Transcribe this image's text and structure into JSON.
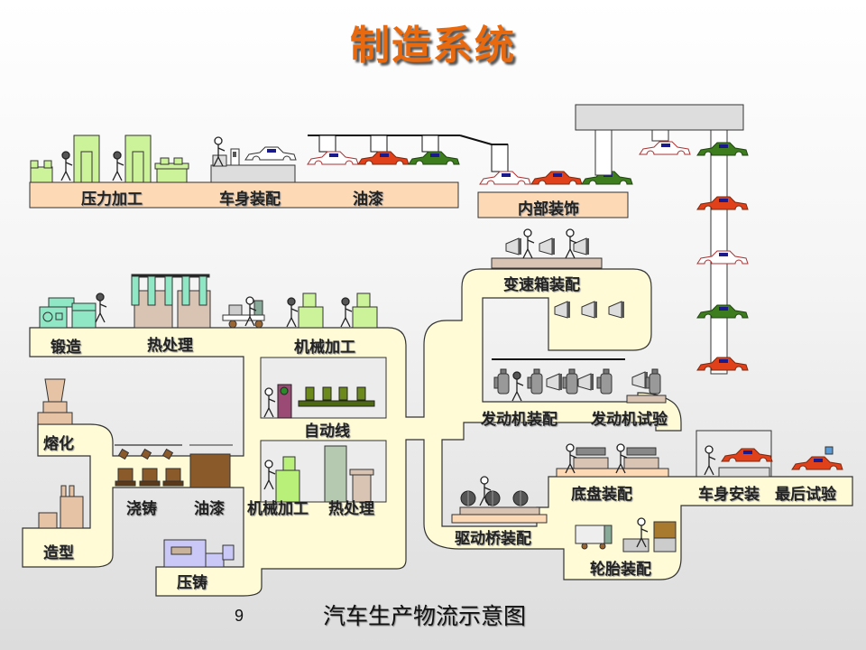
{
  "title": "制造系统",
  "caption": "汽车生产物流示意图",
  "page_number": "9",
  "colors": {
    "title": "#e9690f",
    "path_fill": "#fffbd6",
    "band_fill": "#fdd9b5",
    "press_green": "#ccf29a",
    "car_red": "#e0401a",
    "car_green": "#3e7d1e",
    "overhead_gray": "#dddddd"
  },
  "stations": {
    "press": "压力加工",
    "body_assembly": "车身装配",
    "painting_top": "油漆",
    "interior_trim": "内部装饰",
    "forging": "锻造",
    "heat_treatment_top": "热处理",
    "machining_top": "机械加工",
    "automatic_line": "自动线",
    "machining_bottom": "机械加工",
    "heat_treatment_bottom": "热处理",
    "melting": "熔化",
    "pouring": "浇铸",
    "painting_bottom": "油漆",
    "molding": "造型",
    "die_casting": "压铸",
    "gearbox_assembly": "变速箱装配",
    "engine_assembly": "发动机装配",
    "engine_test": "发动机试验",
    "drive_axle_assembly": "驱动桥装配",
    "chassis_assembly": "底盘装配",
    "body_mounting": "车身安装",
    "final_test": "最后试验",
    "tire_assembly": "轮胎装配"
  }
}
